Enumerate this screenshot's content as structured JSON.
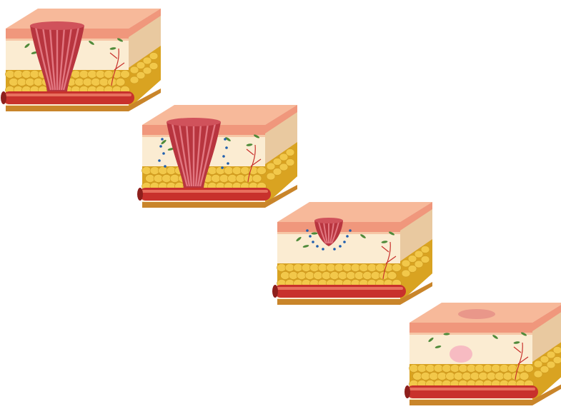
{
  "figure": {
    "description_free": true,
    "stages": [
      {
        "id": "stage-1",
        "wound": "deep-open",
        "inflammatory_cells": false,
        "scar": false
      },
      {
        "id": "stage-2",
        "wound": "deep-open",
        "inflammatory_cells": true,
        "scar": false
      },
      {
        "id": "stage-3",
        "wound": "shallow",
        "inflammatory_cells": true,
        "scar": false
      },
      {
        "id": "stage-4",
        "wound": "healed",
        "inflammatory_cells": false,
        "scar": true
      }
    ],
    "colors": {
      "epidermis_top": "#f7b99a",
      "epidermis_side": "#f0977c",
      "dermis": "#fbecd2",
      "fat": "#f2c84a",
      "fat_dark": "#d9a321",
      "vessel": "#c8312c",
      "vessel_light": "#e8705e",
      "wound": "#b8353f",
      "wound_light": "#e27781",
      "base": "#c9852a",
      "fibroblast": "#4f8a3a",
      "immune_cell": "#1f5fae",
      "scar": "#f6b6c0"
    }
  }
}
